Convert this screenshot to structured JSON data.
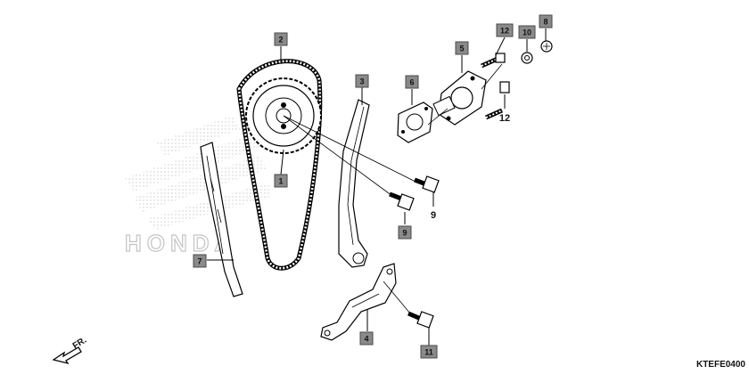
{
  "callouts": {
    "c1": "1",
    "c2": "2",
    "c3": "3",
    "c4": "4",
    "c5": "5",
    "c6": "6",
    "c7": "7",
    "c8": "8",
    "c9": "9",
    "c10": "10",
    "c11": "11",
    "c12": "12"
  },
  "labels": {
    "n9": "9",
    "n12": "12"
  },
  "direction": "FR.",
  "diagram_code": "KTEFE0400",
  "watermark": "HONDA",
  "colors": {
    "callout_fill": "#8a8a8a",
    "line": "#000000",
    "watermark": "#d9d9d9"
  }
}
